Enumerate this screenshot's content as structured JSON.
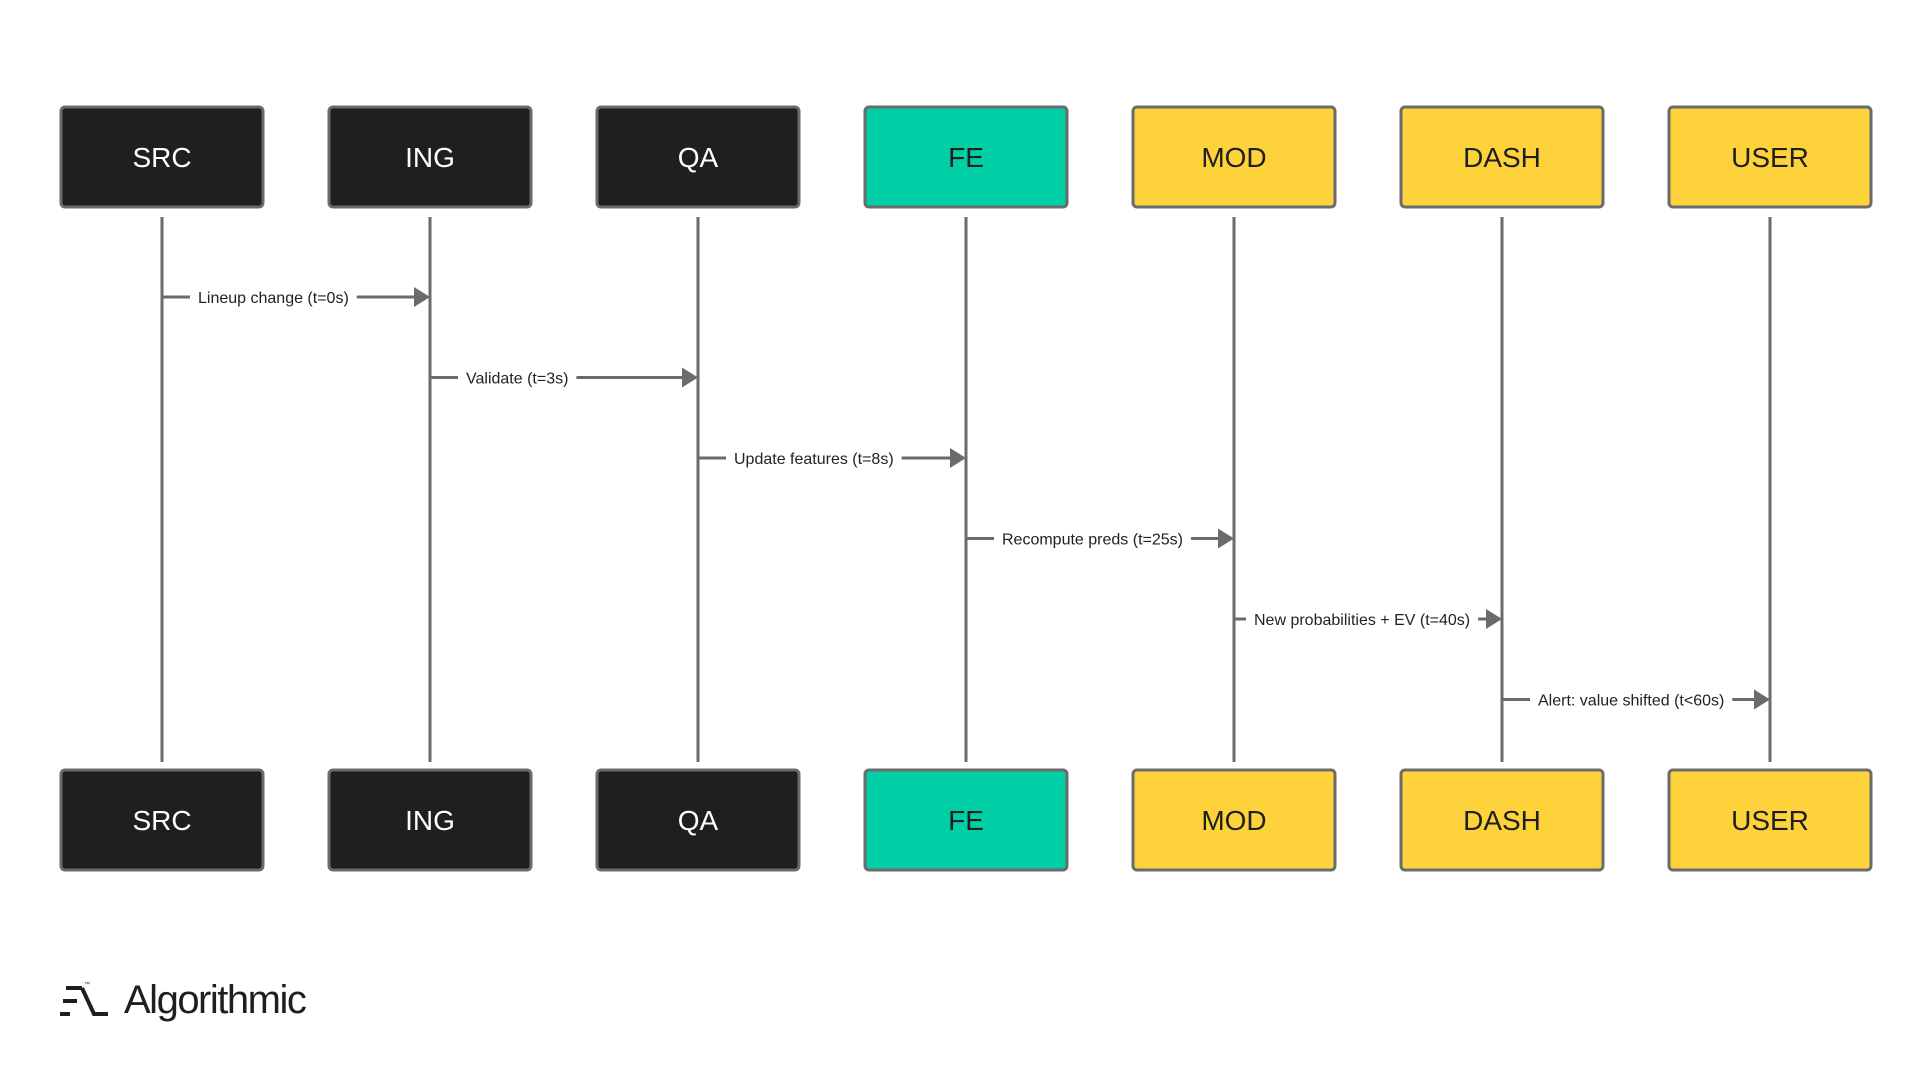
{
  "colors": {
    "dark": "#1f1f1f",
    "teal": "#00cfa6",
    "yellow": "#fdd23a",
    "border": "#6b6b6b",
    "line": "#6b6b6b"
  },
  "participants": [
    {
      "id": "src",
      "label": "SRC",
      "color": "dark",
      "text": "#ffffff"
    },
    {
      "id": "ing",
      "label": "ING",
      "color": "dark",
      "text": "#ffffff"
    },
    {
      "id": "qa",
      "label": "QA",
      "color": "dark",
      "text": "#ffffff"
    },
    {
      "id": "fe",
      "label": "FE",
      "color": "teal",
      "text": "#1f1f1f"
    },
    {
      "id": "mod",
      "label": "MOD",
      "color": "yellow",
      "text": "#1f1f1f"
    },
    {
      "id": "dash",
      "label": "DASH",
      "color": "yellow",
      "text": "#1f1f1f"
    },
    {
      "id": "user",
      "label": "USER",
      "color": "yellow",
      "text": "#1f1f1f"
    }
  ],
  "messages": [
    {
      "from": "src",
      "to": "ing",
      "label": "Lineup change (t=0s)"
    },
    {
      "from": "ing",
      "to": "qa",
      "label": "Validate (t=3s)"
    },
    {
      "from": "qa",
      "to": "fe",
      "label": "Update features (t=8s)"
    },
    {
      "from": "fe",
      "to": "mod",
      "label": "Recompute preds (t=25s)"
    },
    {
      "from": "mod",
      "to": "dash",
      "label": "New probabilities + EV (t=40s)"
    },
    {
      "from": "dash",
      "to": "user",
      "label": "Alert: value shifted (t<60s)"
    }
  ],
  "brand": {
    "name": "Algorithmic",
    "trademark": "™",
    "icon": "algorithmic-logo-icon"
  }
}
